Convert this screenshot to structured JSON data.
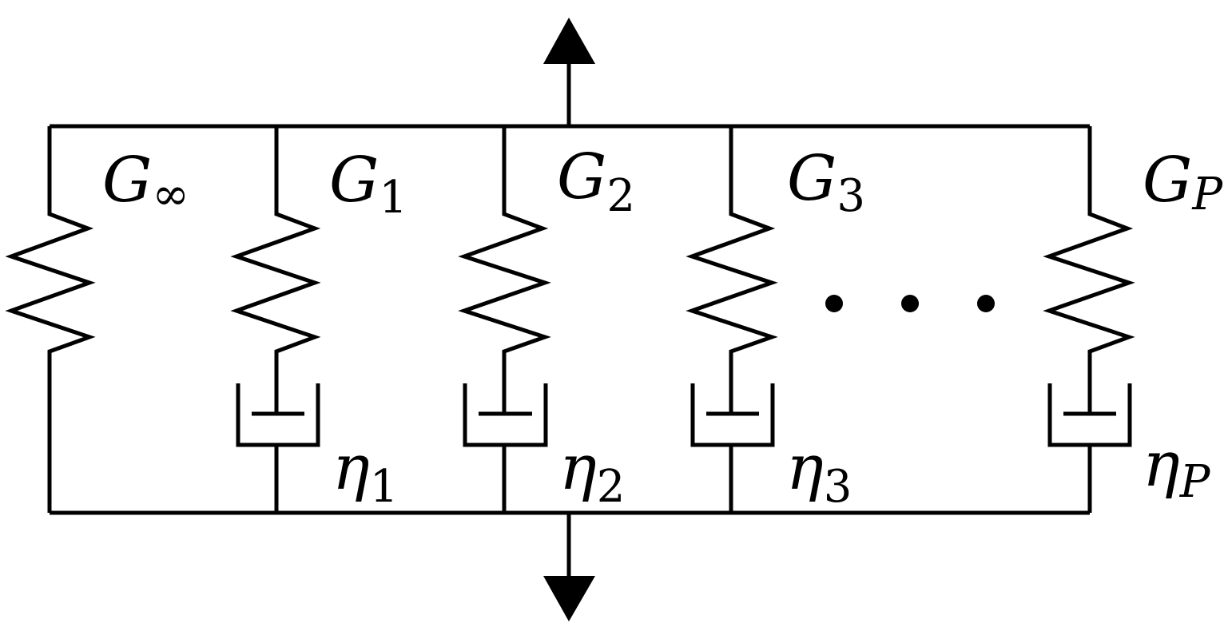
{
  "springs": [
    {
      "symbol": "G",
      "subscript": "∞",
      "subscript_italic": false
    },
    {
      "symbol": "G",
      "subscript": "1",
      "subscript_italic": false
    },
    {
      "symbol": "G",
      "subscript": "2",
      "subscript_italic": false
    },
    {
      "symbol": "G",
      "subscript": "3",
      "subscript_italic": false
    },
    {
      "symbol": "G",
      "subscript": "P",
      "subscript_italic": true
    }
  ],
  "dampers": [
    {
      "symbol": "η",
      "subscript": "1",
      "subscript_italic": false
    },
    {
      "symbol": "η",
      "subscript": "2",
      "subscript_italic": false
    },
    {
      "symbol": "η",
      "subscript": "3",
      "subscript_italic": false
    },
    {
      "symbol": "η",
      "subscript": "P",
      "subscript_italic": true
    }
  ],
  "ellipsis_dot_count": 3,
  "colors": {
    "stroke": "#000000",
    "background": "#ffffff"
  }
}
